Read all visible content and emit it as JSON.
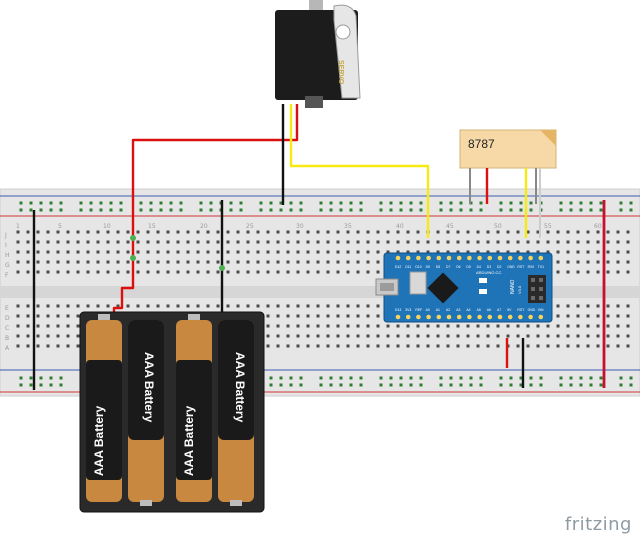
{
  "servo": {
    "label": "SERVO"
  },
  "module": {
    "label": "8787"
  },
  "battery_pack": {
    "cells": [
      "AAA Battery",
      "AAA Battery",
      "AAA Battery",
      "AAA Battery"
    ]
  },
  "arduino": {
    "name": "ARDUINO.CC",
    "model": "NANO",
    "version": "V3.0",
    "top_pins": [
      "D12",
      "D11",
      "D10",
      "D9",
      "D8",
      "D7",
      "D6",
      "D5",
      "D4",
      "D3",
      "D2",
      "GND",
      "RST",
      "RX0",
      "TX1"
    ],
    "bottom_pins": [
      "D13",
      "3V3",
      "REF",
      "A0",
      "A1",
      "A2",
      "A3",
      "A4",
      "A5",
      "A6",
      "A7",
      "5V",
      "RST",
      "GND",
      "VIN"
    ]
  },
  "breadboard": {
    "column_numbers": [
      "1",
      "5",
      "10",
      "15",
      "20",
      "25",
      "30",
      "35",
      "40",
      "45",
      "50",
      "55",
      "60"
    ],
    "row_letters_top": [
      "J",
      "I",
      "H",
      "G",
      "F"
    ],
    "row_letters_bottom": [
      "E",
      "D",
      "C",
      "B",
      "A"
    ]
  },
  "watermark": "fritzing",
  "colors": {
    "breadboard": "#e6e6e6",
    "rail_red": "#d2343b",
    "rail_blue": "#3a5fb0",
    "wire_red": "#dd1010",
    "wire_yellow": "#f7ea13",
    "wire_black": "#111111",
    "arduino_board": "#1f73b7",
    "module_body": "#f6d9a6",
    "battery_copper": "#c9883f"
  }
}
